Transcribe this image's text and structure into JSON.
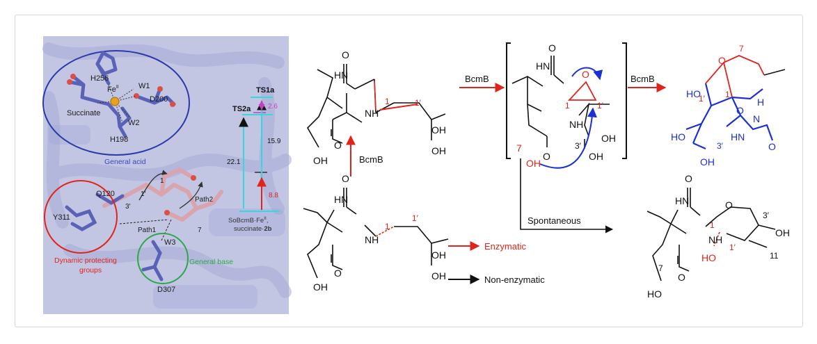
{
  "structure_panel": {
    "residues": [
      "H256",
      "W1",
      "D200",
      "Succinate",
      "W2",
      "H198",
      "Q120",
      "Y311",
      "W3",
      "D307"
    ],
    "metal": "Fe",
    "metal_ox": "II",
    "regions": {
      "general_acid": "General acid",
      "protecting_groups_1": "Dynamic protecting",
      "protecting_groups_2": "groups",
      "general_base": "General base"
    },
    "ligand_labels": [
      "1",
      "1′",
      "3′",
      "7"
    ],
    "paths": [
      "Path1",
      "Path2"
    ]
  },
  "energy_diagram": {
    "states": {
      "ts1a": "TS1a",
      "ts2a": "TS2a",
      "reactant_1": "SoBcmB·Fe",
      "reactant_ox": "II",
      "reactant_2": "succinate·",
      "reactant_id": "2b"
    },
    "barriers": {
      "ts1a": "15.9",
      "ts2a": "22.1",
      "diff": "2.6",
      "red": "8.8"
    },
    "colors": {
      "cyan": "#3ad6e0",
      "magenta": "#c040c0",
      "red": "#e0241b"
    }
  },
  "scheme": {
    "enzyme": "BcmB",
    "spontaneous": "Spontaneous",
    "enzymatic": "Enzymatic",
    "non_enzymatic": "Non-enzymatic",
    "atoms": {
      "O": "O",
      "HN": "HN",
      "NH": "NH",
      "OH": "OH",
      "HO": "HO",
      "N": "N",
      "H": "H"
    },
    "locants": {
      "c1": "1",
      "c1p": "1′",
      "c3p": "3′",
      "c7": "7",
      "c11": "11"
    },
    "colors": {
      "red": "#e0241b",
      "blue": "#1a2fd6",
      "black": "#111111"
    }
  }
}
